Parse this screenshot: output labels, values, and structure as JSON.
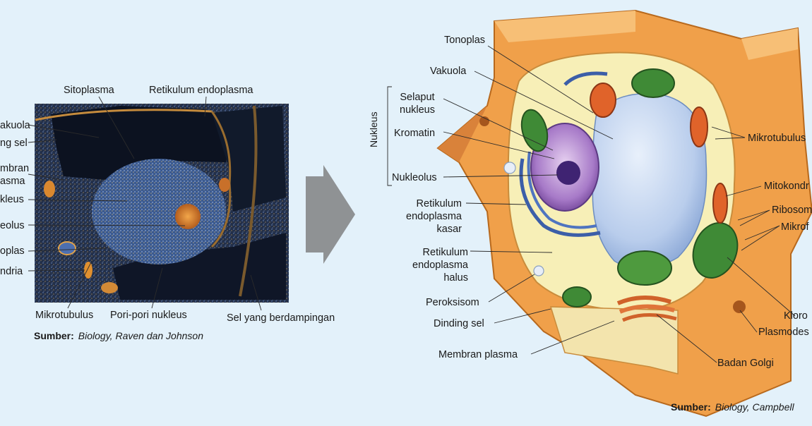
{
  "left_figure": {
    "labels": {
      "sitoplasma": "Sitoplasma",
      "retikulum_endoplasma": "Retikulum endoplasma",
      "vakuola": "akuola",
      "dinding_sel": "ng sel",
      "membran_plasma": "mbran\nasma",
      "nukleus": "kleus",
      "nukleolus": "eolus",
      "tonoplas": "oplas",
      "mitokondria": "ndria",
      "mikrotubulus": "Mikrotubulus",
      "pori_pori_nukleus": "Pori-pori nukleus",
      "sel_berdampingan": "Sel yang berdampingan"
    },
    "source": {
      "prefix": "Sumber:",
      "text": "Biology, Raven dan Johnson"
    }
  },
  "right_figure": {
    "labels": {
      "tonoplas": "Tonoplas",
      "vakuola": "Vakuola",
      "selaput_nukleus": "Selaput\nnukleus",
      "kromatin": "Kromatin",
      "nukleolus": "Nukleolus",
      "nukleus_bracket": "Nukleus",
      "re_kasar": "Retikulum\nendoplasma\nkasar",
      "re_halus": "Retikulum\nendoplasma\nhalus",
      "peroksisom": "Peroksisom",
      "dinding_sel": "Dinding sel",
      "membran_plasma": "Membran plasma",
      "badan_golgi": "Badan Golgi",
      "mikrotubulus": "Mikrotubulus",
      "mitokondria": "Mitokondr",
      "ribosom": "Ribosom",
      "mikrofilamen": "Mikrof",
      "kloroplas": "Kloro",
      "plasmodesmata": "Plasmodes"
    },
    "source": {
      "prefix": "Sumber:",
      "text": "Biology, Campbell"
    }
  },
  "colors": {
    "background": "#e3f1fa",
    "arrow": "#8f9294",
    "cell_wall": "#f0a04a",
    "cytoplasm": "#f7efb7",
    "vacuole": "#c9daf2",
    "nucleus": "#9d6cc4",
    "chloroplast": "#3f8a36",
    "mitochondria": "#e0632a"
  }
}
